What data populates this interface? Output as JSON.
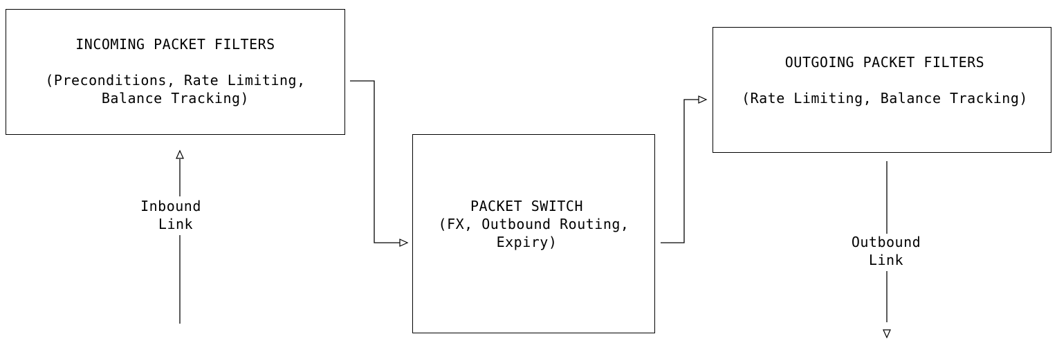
{
  "incoming": {
    "title": "INCOMING PACKET FILTERS",
    "line1": "(Preconditions, Rate Limiting,",
    "line2": "Balance Tracking)"
  },
  "switch": {
    "title": "PACKET SWITCH",
    "line1": "(FX, Outbound Routing,",
    "line2": "Expiry)"
  },
  "outgoing": {
    "title": "OUTGOING PACKET FILTERS",
    "line1": "(Rate Limiting, Balance Tracking)"
  },
  "inbound": {
    "line1": "Inbound",
    "line2": "Link"
  },
  "outbound": {
    "line1": "Outbound",
    "line2": "Link"
  }
}
